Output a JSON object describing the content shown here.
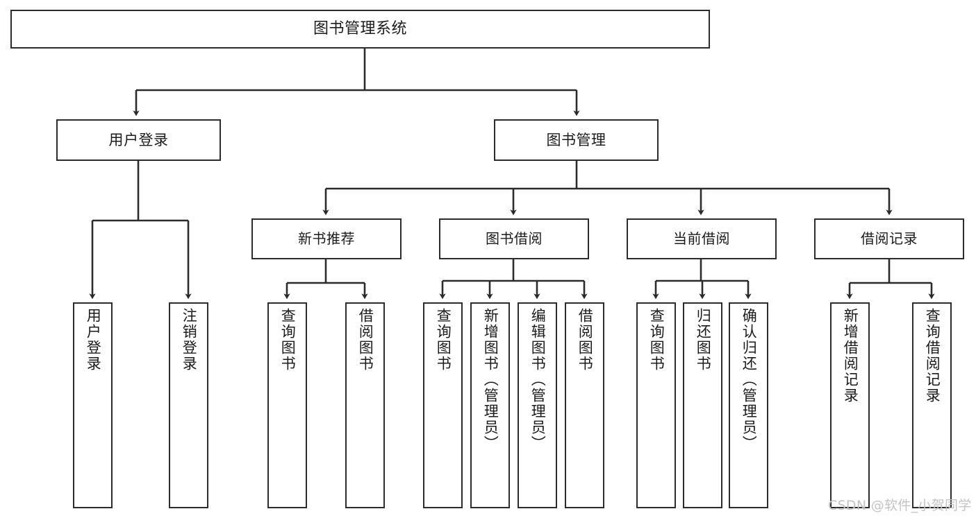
{
  "diagram": {
    "title": "图书管理系统",
    "type": "hierarchy-tree",
    "colors": {
      "box_border": "#2b2b2b",
      "box_fill": "#ffffff",
      "edge": "#2b2b2b",
      "background": "#ffffff",
      "watermark": "#c3c3c3"
    },
    "root": {
      "label": "图书管理系统"
    },
    "level1": [
      {
        "label": "用户登录"
      },
      {
        "label": "图书管理"
      }
    ],
    "level2": [
      {
        "label": "新书推荐"
      },
      {
        "label": "图书借阅"
      },
      {
        "label": "当前借阅"
      },
      {
        "label": "借阅记录"
      }
    ],
    "leaves": {
      "user_login": [
        {
          "label": "用户登录"
        },
        {
          "label": "注销登录"
        }
      ],
      "new_book_recommend": [
        {
          "label": "查询图书"
        },
        {
          "label": "借阅图书"
        }
      ],
      "book_borrow": [
        {
          "label": "查询图书"
        },
        {
          "label": "新增图书（管理员）"
        },
        {
          "label": "编辑图书（管理员）"
        },
        {
          "label": "借阅图书"
        }
      ],
      "current_borrow": [
        {
          "label": "查询图书"
        },
        {
          "label": "归还图书"
        },
        {
          "label": "确认归还（管理员）"
        }
      ],
      "borrow_record": [
        {
          "label": "新增借阅记录"
        },
        {
          "label": "查询借阅记录"
        }
      ]
    },
    "watermark": "CSDN @软件_小贺同学"
  }
}
